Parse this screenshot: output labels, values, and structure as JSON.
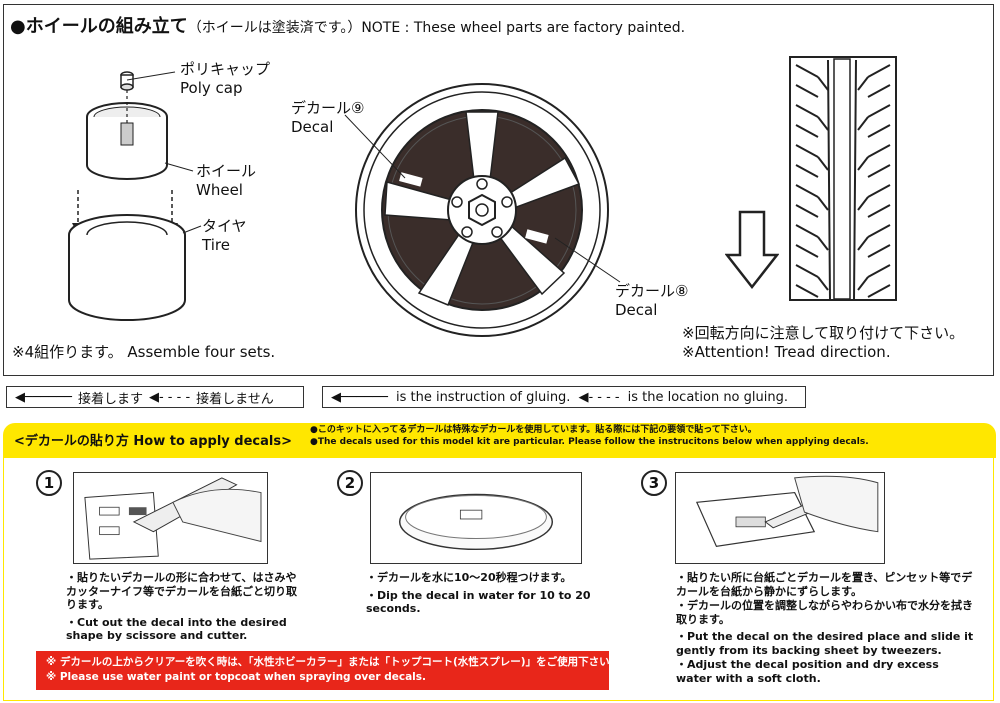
{
  "header": {
    "title_jp": "●ホイールの組み立て",
    "title_paren": "（ホイールは塗装済です。）NOTE : These wheel parts are factory painted."
  },
  "parts": {
    "polycap_jp": "ポリキャップ",
    "polycap_en": "Poly cap",
    "wheel_jp": "ホイール",
    "wheel_en": "Wheel",
    "tire_jp": "タイヤ",
    "tire_en": "Tire",
    "assemble": "※4組作ります。 Assemble four sets."
  },
  "decals": {
    "decal9_jp": "デカール⑨",
    "decal9_en": "Decal",
    "decal8_jp": "デカール⑧",
    "decal8_en": "Decal"
  },
  "tread": {
    "attention_jp": "※回転方向に注意して取り付けて下さい。",
    "attention_en": "※Attention! Tread direction."
  },
  "legend": {
    "jp_glue": "接着します",
    "jp_noglue": "接着しません",
    "en_glue": "is the instruction of gluing.",
    "en_noglue": "is the location no gluing."
  },
  "howto": {
    "title": "<デカールの貼り方 How to apply decals>",
    "note1": "●このキットに入ってるデカールは特殊なデカールを使用しています。貼る際には下記の要領で貼って下さい。",
    "note2": "●The decals used for this model kit are particular. Please follow the instrucitons below when applying decals."
  },
  "steps": [
    {
      "num": "1",
      "jp": "・貼りたいデカールの形に合わせて、はさみやカッターナイフ等でデカールを台紙ごと切り取ります。",
      "en": "・Cut out the decal into the desired shape by scissore and cutter."
    },
    {
      "num": "2",
      "jp": "・デカールを水に10〜20秒程つけます。",
      "en": "・Dip the decal in water for 10 to 20 seconds."
    },
    {
      "num": "3",
      "jp1": "・貼りたい所に台紙ごとデカールを置き、ピンセット等でデカールを台紙から静かにずらします。",
      "jp2": "・デカールの位置を調整しながらやわらかい布で水分を拭き取ります。",
      "en1": "・Put the decal on the desired place and slide it gently from its backing sheet by tweezers.",
      "en2": "・Adjust the decal position and dry excess water with a soft cloth."
    }
  ],
  "warning": {
    "jp": "※ デカールの上からクリアーを吹く時は、「水性ホビーカラー」または「トップコート(水性スプレー)」をご使用下さい。",
    "en": "※ Please use water paint or topcoat when spraying over decals."
  },
  "colors": {
    "accent_yellow": "#ffe700",
    "warning_red": "#e8261a"
  },
  "icons": [
    "polycap-drawing",
    "wheel-drawing",
    "tire-drawing",
    "rim-drawing",
    "tread-drawing",
    "arrow-down-icon"
  ]
}
